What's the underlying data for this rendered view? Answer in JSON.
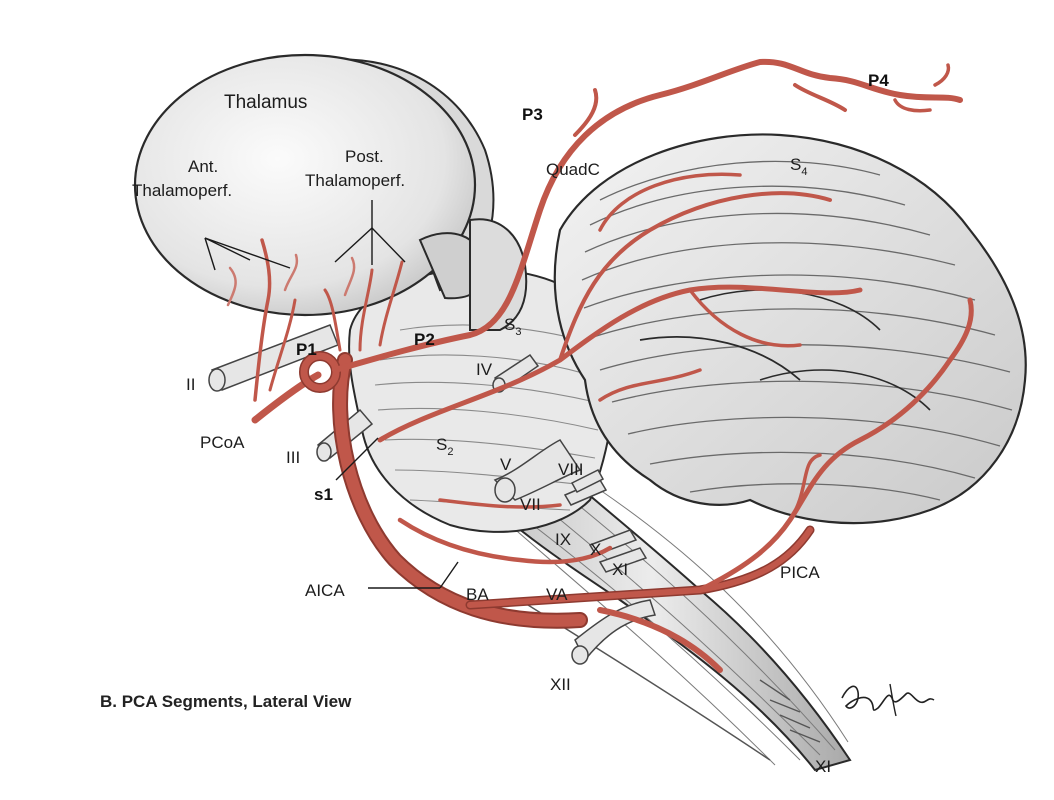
{
  "caption": "B. PCA Segments, Lateral View",
  "signature": "Justin Klein",
  "colors": {
    "artery": "#c0574a",
    "artery_dark": "#8e3a30",
    "tissue": "#ececec",
    "outline": "#2a2a2a"
  },
  "labels": {
    "thalamus": "Thalamus",
    "ant_line1": "Ant.",
    "ant_line2": "Thalamoperf.",
    "post_line1": "Post.",
    "post_line2": "Thalamoperf.",
    "p1": "P1",
    "p2": "P2",
    "p3": "P3",
    "p4": "P4",
    "quadc": "QuadC",
    "s4_main": "S",
    "s4_sub": "4",
    "s3_main": "S",
    "s3_sub": "3",
    "s2_main": "S",
    "s2_sub": "2",
    "s1": "s1",
    "cn_ii": "II",
    "cn_iii": "III",
    "cn_iv": "IV",
    "cn_v": "V",
    "cn_vii": "VII",
    "cn_viii": "VIII",
    "cn_ix": "IX",
    "cn_x": "X",
    "cn_xi_upper": "XI",
    "cn_xi_lower": "XI",
    "cn_xii": "XII",
    "pcoa": "PCoA",
    "aica": "AICA",
    "pica": "PICA",
    "ba": "BA",
    "va": "VA"
  }
}
